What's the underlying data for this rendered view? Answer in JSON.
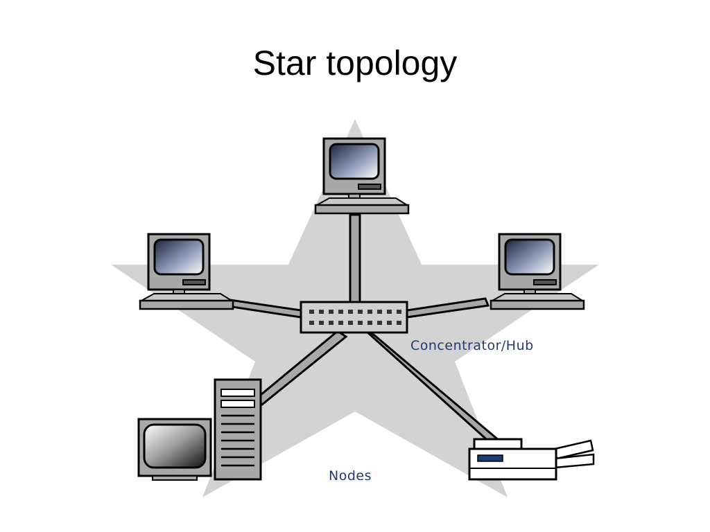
{
  "slide": {
    "title": "Star topology"
  },
  "diagram": {
    "labels": {
      "hub": "Concentrator/Hub",
      "nodes": "Nodes"
    },
    "icons": [
      "star-shape",
      "computer-icon",
      "hub-icon",
      "server-tower-icon",
      "printer-icon"
    ]
  },
  "colors": {
    "star": "#d3d3d3",
    "device": "#a8a8a8",
    "outline": "#000000",
    "label": "#1f3a73",
    "screen_dark": "#1c2440",
    "screen_light": "#ffffff"
  }
}
